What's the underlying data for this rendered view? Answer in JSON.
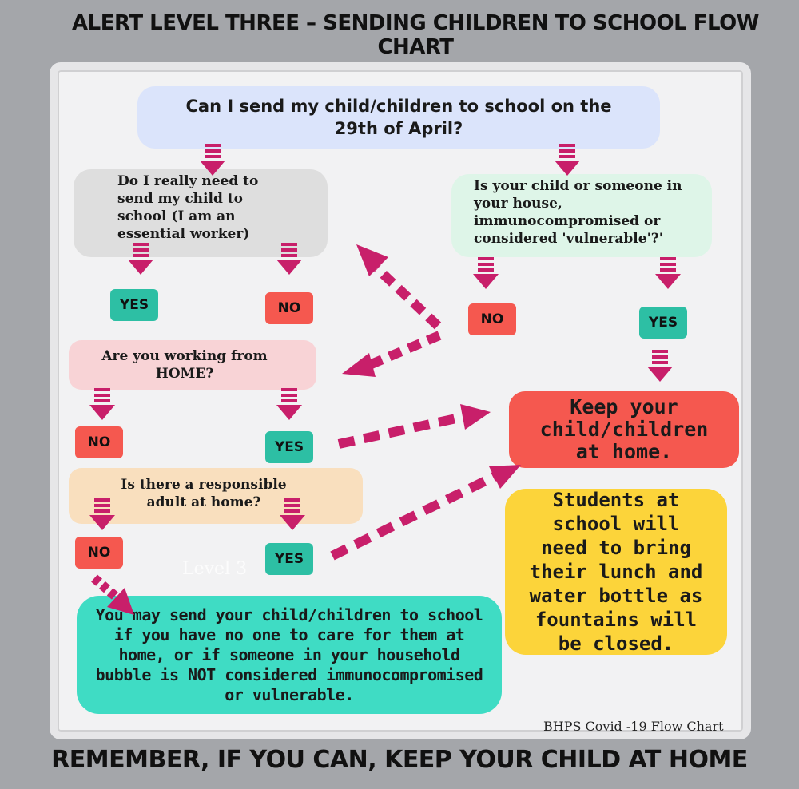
{
  "header": {
    "title": "ALERT LEVEL THREE – SENDING CHILDREN TO SCHOOL FLOW CHART"
  },
  "footer": {
    "title": "REMEMBER, IF YOU CAN, KEEP YOUR CHILD AT HOME"
  },
  "nodes": {
    "question_main": "Can I send my child/children to school on the 29th of April?",
    "question_essential": "Do I really need to send my child to school (I am an essential worker)",
    "question_vulnerable": "Is your child or someone in your house, immunocompromised or considered 'vulnerable'?'",
    "question_home": "Are you working from HOME?",
    "question_adult": "Is there a responsible adult at home?",
    "keep_home": "Keep your child/children at home.",
    "lunch_note": "Students at school will need to bring their lunch and water bottle as fountains will be closed.",
    "may_send": "You may send your child/children to school if you have no one to care for them at home, or if someone in your household bubble is NOT considered immunocompromised or vulnerable."
  },
  "answers": {
    "yes": "YES",
    "no": "NO"
  },
  "watermark": "Level 3",
  "credit": "BHPS Covid -19 Flow Chart",
  "colors": {
    "background": "#a4a6aa",
    "arrow": "#c81f6a",
    "yes": "#2dbfa4",
    "no": "#f5584f",
    "main_box": "#dbe4fb",
    "essential_box": "#dedede",
    "vulnerable_box": "#def5e8",
    "home_box": "#f8d3d6",
    "adult_box": "#f9dfbe",
    "keep_home_box": "#f5584f",
    "lunch_box": "#fcd43a",
    "may_send_box": "#3fdcc4"
  }
}
